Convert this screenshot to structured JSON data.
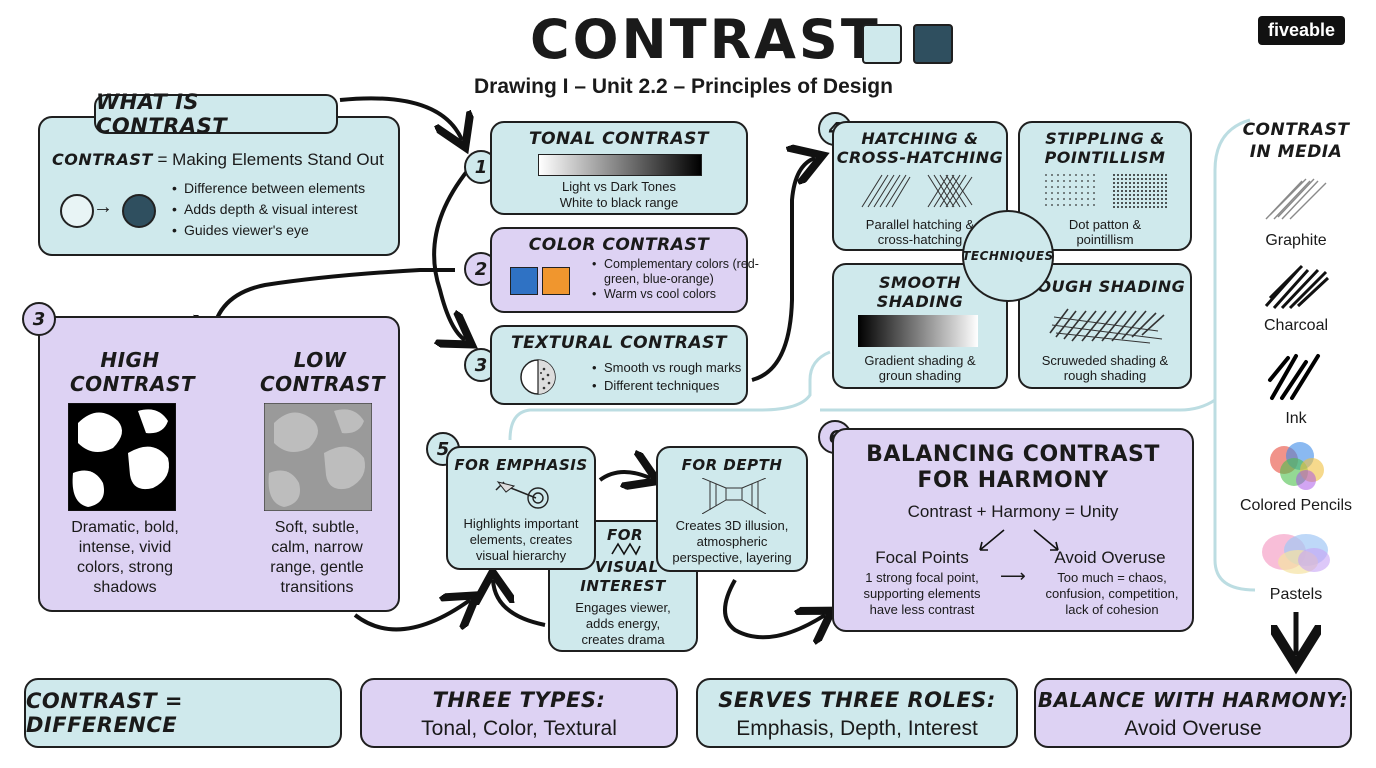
{
  "header": {
    "title": "CONTRAST",
    "subtitle": "Drawing I – Unit 2.2 – Principles of Design",
    "brand": "fiveable",
    "swatch_light": "#cfe9ec",
    "swatch_dark": "#2f4f5f"
  },
  "what_is": {
    "tab_title": "WHAT IS CONTRAST",
    "definition_prefix": "CONTRAST",
    "definition_rest": " = Making Elements Stand Out",
    "bullets": [
      "Difference between elements",
      "Adds depth & visual interest",
      "Guides viewer's eye"
    ]
  },
  "tonal": {
    "number": "1",
    "title": "TONAL CONTRAST",
    "line1": "Light vs Dark Tones",
    "line2": "White to black range"
  },
  "color": {
    "number": "2",
    "title": "COLOR CONTRAST",
    "bullets": [
      "Complementary colors (red-green, blue-orange)",
      "Warm vs cool colors"
    ],
    "swatch_blue": "#2f72c4",
    "swatch_orange": "#f0962e"
  },
  "textural": {
    "number": "3",
    "title": "TEXTURAL CONTRAST",
    "bullets": [
      "Smooth vs rough marks",
      "Different techniques"
    ]
  },
  "high_low": {
    "number": "3",
    "high_title_1": "HIGH",
    "high_title_2": "CONTRAST",
    "high_desc": [
      "Dramatic, bold,",
      "intense, vivid",
      "colors, strong",
      "shadows"
    ],
    "low_title_1": "LOW",
    "low_title_2": "CONTRAST",
    "low_desc": [
      "Soft, subtle,",
      "calm, narrow",
      "range, gentle",
      "transitions"
    ]
  },
  "techniques": {
    "number": "4",
    "center_label": "TECHNIQUES",
    "hatching_title_1": "HATCHING &",
    "hatching_title_2": "CROSS-HATCHING",
    "hatching_desc_1": "Parallel hatching &",
    "hatching_desc_2": "cross-hatching",
    "stippling_title_1": "STIPPLING &",
    "stippling_title_2": "POINTILLISM",
    "stippling_desc_1": "Dot patton &",
    "stippling_desc_2": "pointillism",
    "smooth_title_1": "SMOOTH",
    "smooth_title_2": "SHADING",
    "smooth_desc_1": "Gradient shading &",
    "smooth_desc_2": "groun shading",
    "rough_title": "ROUGH SHADING",
    "rough_desc_1": "Scruweded shading &",
    "rough_desc_2": "rough shading"
  },
  "media": {
    "title_1": "CONTRAST",
    "title_2": "IN MEDIA",
    "items": [
      "Graphite",
      "Charcoal",
      "Ink",
      "Colored Pencils",
      "Pastels"
    ]
  },
  "roles": {
    "number": "5",
    "emphasis_title": "FOR EMPHASIS",
    "emphasis_desc": [
      "Highlights important",
      "elements, creates",
      "visual hierarchy"
    ],
    "depth_title": "FOR DEPTH",
    "depth_desc": [
      "Creates 3D illusion,",
      "atmospheric",
      "perspective, layering"
    ],
    "visual_title_1": "FOR",
    "visual_title_2": "VISUAL",
    "visual_title_3": "INTEREST",
    "visual_desc": [
      "Engages viewer,",
      "adds energy,",
      "creates drama"
    ]
  },
  "balance": {
    "number": "6",
    "title_1": "BALANCING CONTRAST",
    "title_2": "FOR HARMONY",
    "equation": "Contrast + Harmony = Unity",
    "focal_title": "Focal Points",
    "focal_desc": [
      "1 strong focal point,",
      "supporting elements",
      "have less contrast"
    ],
    "overuse_title": "Avoid Overuse",
    "overuse_desc": [
      "Too much = chaos,",
      "confusion, competition,",
      "lack of cohesion"
    ]
  },
  "summary": {
    "s1": "CONTRAST = DIFFERENCE",
    "s2_title": "THREE TYPES:",
    "s2_sub": "Tonal, Color, Textural",
    "s3_title": "SERVES THREE ROLES:",
    "s3_sub": "Emphasis, Depth, Interest",
    "s4_title": "BALANCE WITH HARMONY:",
    "s4_sub": "Avoid Overuse"
  }
}
